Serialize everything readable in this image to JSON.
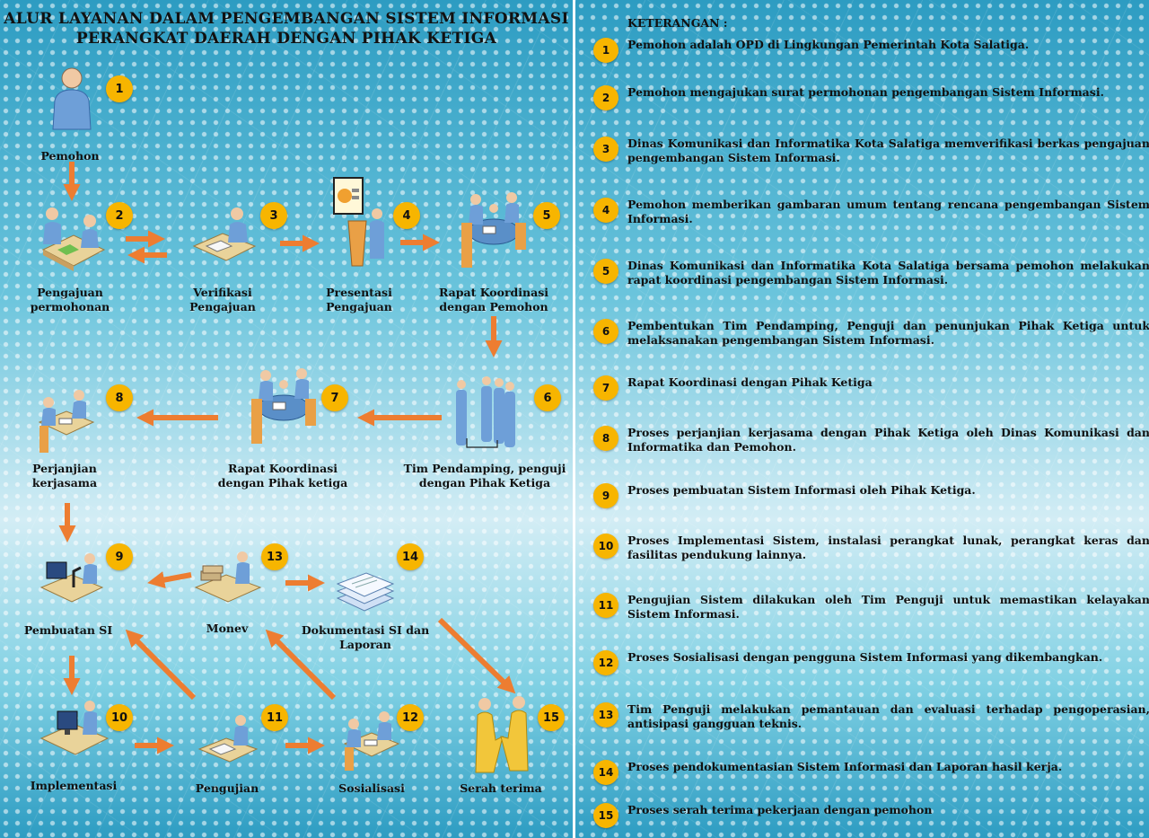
{
  "title": {
    "line1": "ALUR LAYANAN DALAM PENGEMBANGAN SISTEM INFORMASI",
    "line2": "PERANGKAT DAERAH DENGAN PIHAK KETIGA"
  },
  "flow_nodes": [
    {
      "num": "1",
      "label": [
        "Pemohon"
      ],
      "icon": "person-icon"
    },
    {
      "num": "2",
      "label": [
        "Pengajuan",
        "permohonan"
      ],
      "icon": "desk-meeting-icon"
    },
    {
      "num": "3",
      "label": [
        "Verifikasi",
        "Pengajuan"
      ],
      "icon": "desk-worker-icon"
    },
    {
      "num": "4",
      "label": [
        "Presentasi",
        "Pengajuan"
      ],
      "icon": "presentation-icon"
    },
    {
      "num": "5",
      "label": [
        "Rapat Koordinasi",
        "dengan Pemohon"
      ],
      "icon": "meeting-table-icon"
    },
    {
      "num": "6",
      "label": [
        "Tim Pendamping, penguji",
        "dengan  Pihak Ketiga"
      ],
      "icon": "team-icon"
    },
    {
      "num": "7",
      "label": [
        "Rapat Koordinasi",
        "dengan Pihak ketiga"
      ],
      "icon": "meeting-table-icon"
    },
    {
      "num": "8",
      "label": [
        "Perjanjian",
        "kerjasama"
      ],
      "icon": "desk-meeting-icon"
    },
    {
      "num": "9",
      "label": [
        "Pembuatan SI"
      ],
      "icon": "lab-workstation-icon"
    },
    {
      "num": "10",
      "label": [
        "Implementasi"
      ],
      "icon": "computer-user-icon"
    },
    {
      "num": "11",
      "label": [
        "Pengujian"
      ],
      "icon": "desk-worker-icon"
    },
    {
      "num": "12",
      "label": [
        "Sosialisasi"
      ],
      "icon": "desk-meeting-icon"
    },
    {
      "num": "13",
      "label": [
        "Monev"
      ],
      "icon": "desk-files-icon"
    },
    {
      "num": "14",
      "label": [
        "Dokumentasi SI dan",
        "Laporan"
      ],
      "icon": "document-stack-icon"
    },
    {
      "num": "15",
      "label": [
        "Serah terima"
      ],
      "icon": "handshake-icon"
    }
  ],
  "keterangan": {
    "title": "KETERANGAN :",
    "items": [
      {
        "num": "1",
        "text": "Pemohon adalah OPD di Lingkungan Pemerintah Kota Salatiga."
      },
      {
        "num": "2",
        "text": "Pemohon mengajukan surat permohonan pengembangan Sistem Informasi."
      },
      {
        "num": "3",
        "text": "Dinas Komunikasi dan Informatika Kota Salatiga memverifikasi berkas pengajuan pengembangan Sistem Informasi."
      },
      {
        "num": "4",
        "text": "Pemohon memberikan gambaran umum tentang rencana pengembangan Sistem Informasi."
      },
      {
        "num": "5",
        "text": "Dinas Komunikasi dan Informatika Kota Salatiga bersama pemohon melakukan rapat koordinasi pengembangan Sistem Informasi."
      },
      {
        "num": "6",
        "text": "Pembentukan Tim Pendamping, Penguji dan penunjukan Pihak Ketiga untuk melaksanakan pengembangan Sistem Informasi."
      },
      {
        "num": "7",
        "text": "Rapat Koordinasi dengan Pihak Ketiga"
      },
      {
        "num": "8",
        "text": "Proses perjanjian kerjasama dengan Pihak Ketiga oleh Dinas Komunikasi dan Informatika dan Pemohon."
      },
      {
        "num": "9",
        "text": "Proses pembuatan Sistem Informasi oleh Pihak Ketiga."
      },
      {
        "num": "10",
        "text": "Proses Implementasi Sistem, instalasi perangkat lunak, perangkat keras dan fasilitas pendukung lainnya."
      },
      {
        "num": "11",
        "text": "Pengujian Sistem dilakukan oleh Tim Penguji untuk memastikan kelayakan Sistem Informasi."
      },
      {
        "num": "12",
        "text": "Proses Sosialisasi dengan pengguna Sistem Informasi yang dikembangkan."
      },
      {
        "num": "13",
        "text": "Tim Penguji melakukan pemantauan dan evaluasi terhadap pengoperasian, antisipasi gangguan teknis."
      },
      {
        "num": "14",
        "text": "Proses pendokumentasian Sistem Informasi dan Laporan hasil kerja."
      },
      {
        "num": "15",
        "text": "Proses serah terima pekerjaan dengan pemohon"
      }
    ]
  },
  "colors": {
    "badge": "#f7b500",
    "arrow": "#ed7d31"
  }
}
